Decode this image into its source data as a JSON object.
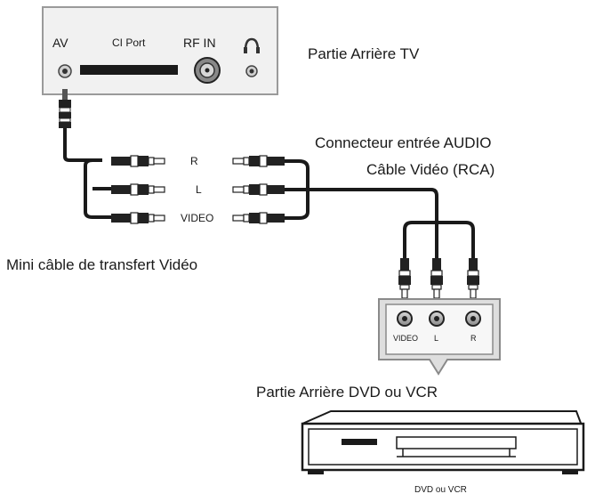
{
  "tv_panel": {
    "caption": "Partie Arrière TV",
    "av_label": "AV",
    "ci_label": "CI Port",
    "rf_label": "RF IN"
  },
  "av_cable": {
    "caption": "Mini câble de transfert Vidéo",
    "plug_r": "R",
    "plug_l": "L",
    "plug_video": "VIDEO"
  },
  "audio_connector": {
    "caption": "Connecteur entrée AUDIO"
  },
  "rca_cable": {
    "caption": "Câble Vidéo (RCA)"
  },
  "dvd_panel": {
    "caption": "Partie Arrière DVD ou VCR",
    "jack_video": "VIDEO",
    "jack_l": "L",
    "jack_r": "R"
  },
  "device": {
    "caption": "DVD ou VCR"
  },
  "colors": {
    "line": "#1a1a1a",
    "panel": "#f1f1f1",
    "panel_border": "#9a9a9a",
    "text": "#1a1a1a"
  }
}
